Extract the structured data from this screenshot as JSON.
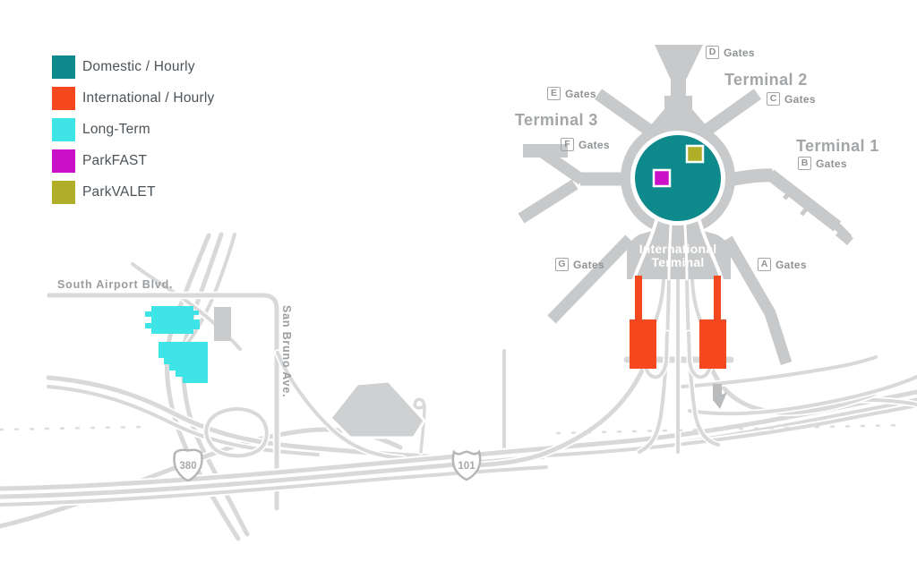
{
  "legend": {
    "items": [
      {
        "id": "domestic-hourly",
        "label": "Domestic / Hourly",
        "color": "#0E8A8C"
      },
      {
        "id": "international-hourly",
        "label": "International / Hourly",
        "color": "#F6481F"
      },
      {
        "id": "long-term",
        "label": "Long-Term",
        "color": "#3FE5E6"
      },
      {
        "id": "parkfast",
        "label": "ParkFAST",
        "color": "#CB10C9"
      },
      {
        "id": "parkvalet",
        "label": "ParkVALET",
        "color": "#B0AD29"
      }
    ]
  },
  "map": {
    "terminals": [
      {
        "name": "Terminal 3"
      },
      {
        "name": "Terminal 2"
      },
      {
        "name": "Terminal 1"
      }
    ],
    "international_terminal": {
      "line1": "International",
      "line2": "Terminal"
    },
    "gates": [
      {
        "letter": "D",
        "word": "Gates"
      },
      {
        "letter": "E",
        "word": "Gates"
      },
      {
        "letter": "C",
        "word": "Gates"
      },
      {
        "letter": "F",
        "word": "Gates"
      },
      {
        "letter": "B",
        "word": "Gates"
      },
      {
        "letter": "G",
        "word": "Gates"
      },
      {
        "letter": "A",
        "word": "Gates"
      }
    ],
    "streets": {
      "south_airport_blvd": "South Airport Blvd.",
      "san_bruno_ave": "San Bruno Ave."
    },
    "highways": {
      "interstate_380": "380",
      "us_101": "101"
    }
  }
}
